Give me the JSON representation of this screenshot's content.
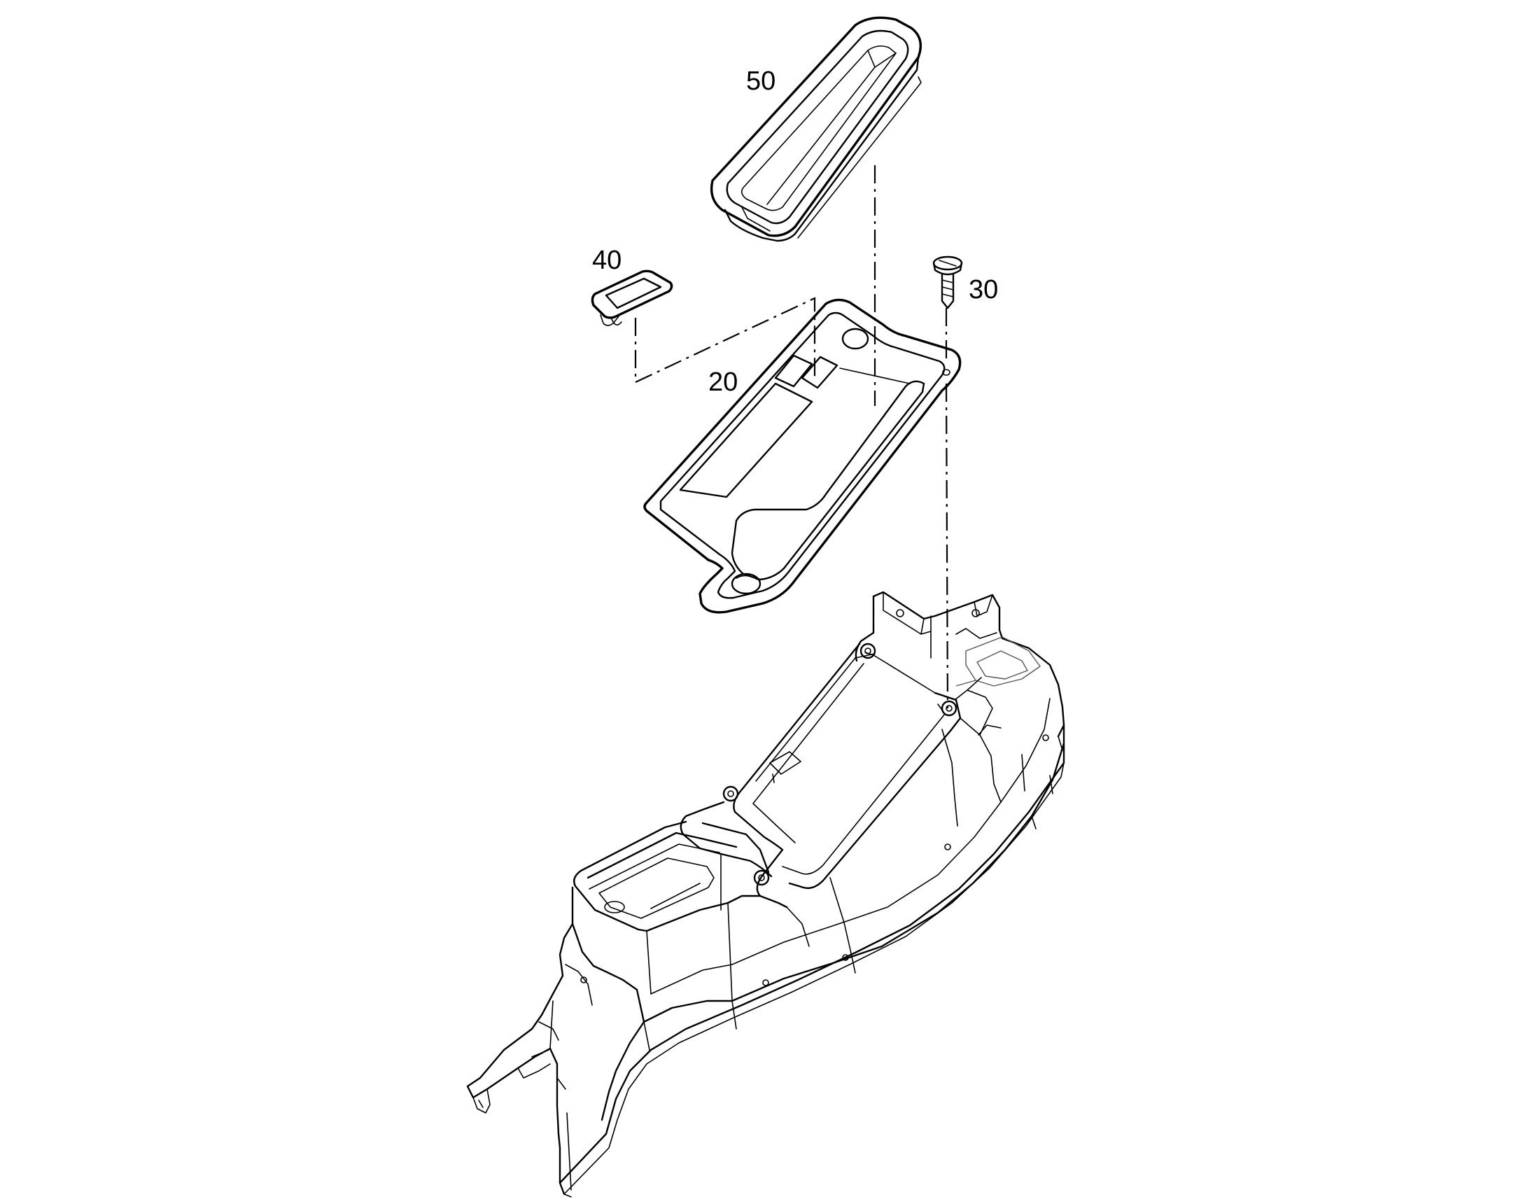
{
  "diagram": {
    "callouts": [
      {
        "id": "50",
        "label": "50"
      },
      {
        "id": "40",
        "label": "40"
      },
      {
        "id": "30",
        "label": "30"
      },
      {
        "id": "20",
        "label": "20"
      }
    ]
  }
}
